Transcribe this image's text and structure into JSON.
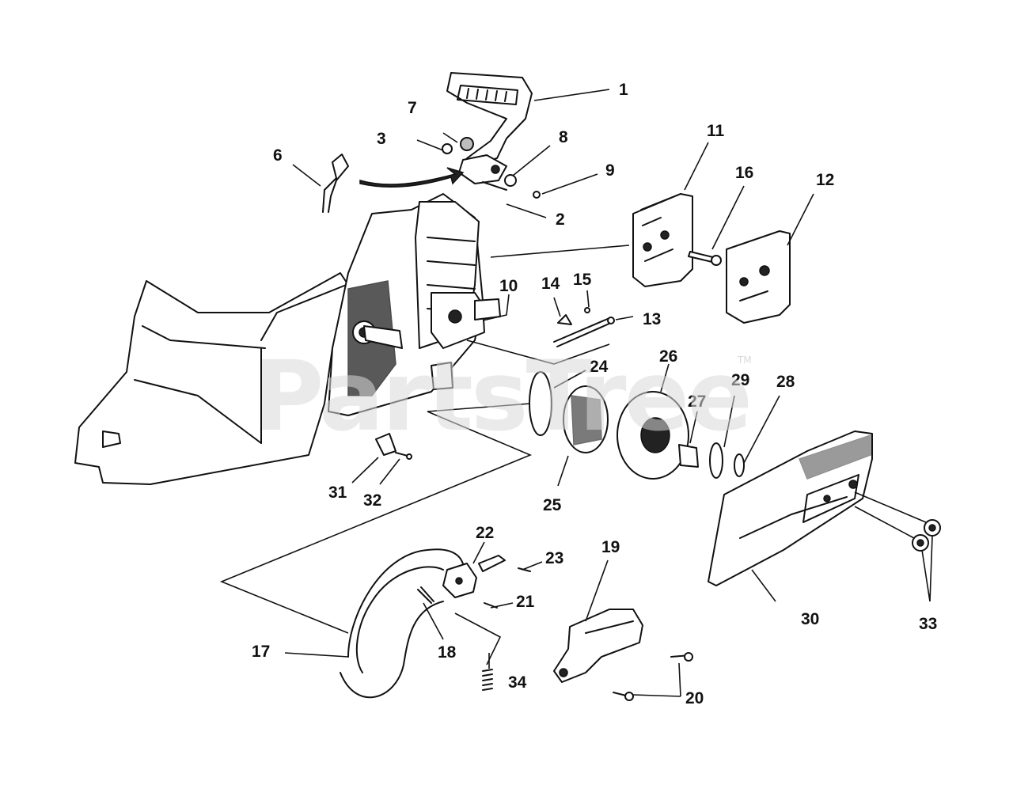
{
  "watermark": {
    "text": "PartsTree",
    "trademark": "TM"
  },
  "part_labels": [
    "1",
    "2",
    "3",
    "6",
    "7",
    "8",
    "9",
    "10",
    "11",
    "12",
    "13",
    "14",
    "15",
    "16",
    "17",
    "18",
    "19",
    "20",
    "21",
    "22",
    "23",
    "24",
    "25",
    "26",
    "27",
    "28",
    "29",
    "30",
    "31",
    "32",
    "33",
    "34"
  ]
}
